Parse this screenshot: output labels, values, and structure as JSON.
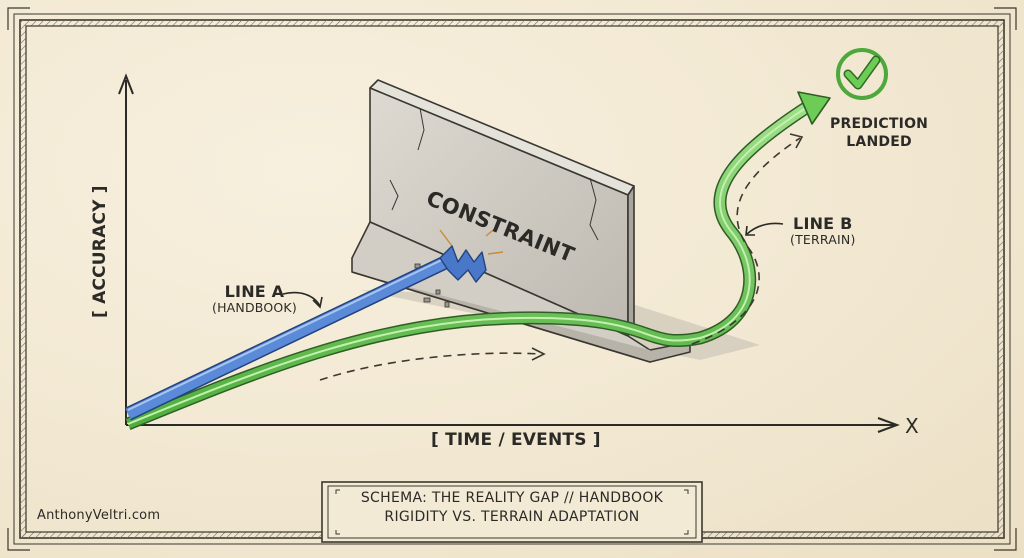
{
  "diagram": {
    "title_caption_line1": "SCHEMA: THE REALITY GAP // HANDBOOK",
    "title_caption_line2": "RIGIDITY VS. TERRAIN ADAPTATION",
    "credit": "AnthonyVeltri.com",
    "y_axis_label": "[ ACCURACY ]",
    "x_axis_label": "[ TIME / EVENTS ]",
    "x_axis_letter": "X",
    "obstacle_label": "CONSTRAINT",
    "line_a": {
      "label": "LINE A",
      "sublabel": "(HANDBOOK)",
      "color": "#4a78c8",
      "outcome": "shatters against constraint"
    },
    "line_b": {
      "label": "LINE B",
      "sublabel": "(TERRAIN)",
      "color": "#5fbf4a",
      "outcome": "bends around constraint"
    },
    "success": {
      "line1": "PREDICTION",
      "line2": "LANDED",
      "icon": "check-circle-icon",
      "color": "#4ea83c"
    },
    "colors": {
      "paper": "#f3ead6",
      "ink": "#2b2a26",
      "wall": "#cfccc4",
      "line_a": "#4a78c8",
      "line_b": "#5fbf4a"
    }
  }
}
